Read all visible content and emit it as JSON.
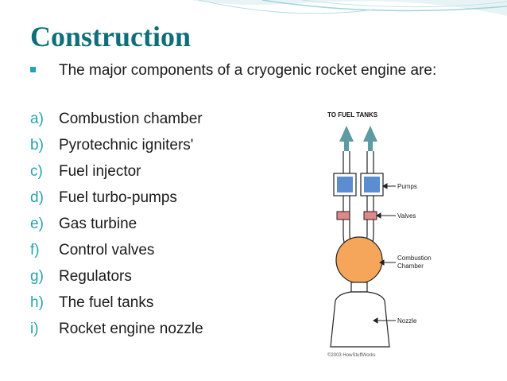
{
  "slide": {
    "title": "Construction",
    "intro": "The major components of a cryogenic rocket engine are:",
    "items": [
      {
        "marker": "a)",
        "text": "Combustion chamber"
      },
      {
        "marker": "b)",
        "text": "Pyrotechnic igniters'"
      },
      {
        "marker": "c)",
        "text": "Fuel injector"
      },
      {
        "marker": "d)",
        "text": "Fuel turbo-pumps"
      },
      {
        "marker": "e)",
        "text": "Gas turbine"
      },
      {
        "marker": "f)",
        "text": "Control valves"
      },
      {
        "marker": "g)",
        "text": "Regulators"
      },
      {
        "marker": "h)",
        "text": "The fuel tanks"
      },
      {
        "marker": "i)",
        "text": "Rocket engine nozzle"
      }
    ]
  },
  "diagram": {
    "header": "TO FUEL TANKS",
    "labels": {
      "pumps": "Pumps",
      "valves": "Valves",
      "combustion_line1": "Combustion",
      "combustion_line2": "Chamber",
      "nozzle": "Nozzle"
    },
    "credit": "©2003 HowStuffWorks"
  },
  "colors": {
    "title": "#0f6f79",
    "accent": "#28a3ad",
    "pump_fill": "#5b8ed0",
    "valve_fill": "#e0878a",
    "chamber_fill": "#f6a65a",
    "arrow_fill": "#5d9aa2"
  }
}
